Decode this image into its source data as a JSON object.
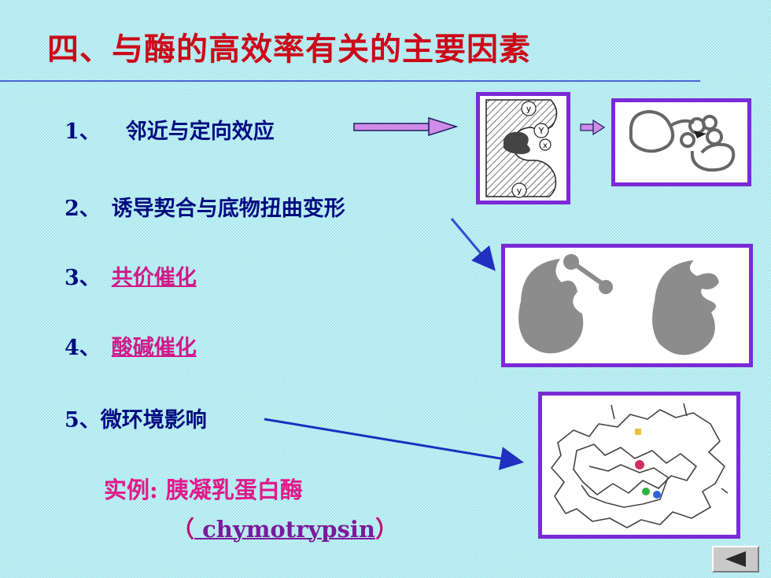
{
  "slide": {
    "title": "四、与酶的高效率有关的主要因素",
    "items": [
      {
        "num": "1、",
        "text": "邻近与定向效应"
      },
      {
        "num": "2、",
        "text": "诱导契合与底物扭曲变形"
      },
      {
        "num": "3、",
        "text": "共价催化"
      },
      {
        "num": "4、",
        "text": "酸碱催化"
      },
      {
        "num": "5、",
        "text": "微环境影响"
      }
    ],
    "example_label": "实例: 胰凝乳蛋白酶",
    "example_open": "（",
    "example_link": " chymotrypsin",
    "example_close": "）",
    "figure1_labels": [
      "y",
      "Y",
      "x",
      "y"
    ],
    "colors": {
      "title": "#cc0a1a",
      "body": "#000c80",
      "link": "#d01a8a",
      "frame": "#7a2ad6",
      "background": "#a8e8ee"
    }
  },
  "nav": {
    "back_icon": "left-triangle-icon"
  }
}
